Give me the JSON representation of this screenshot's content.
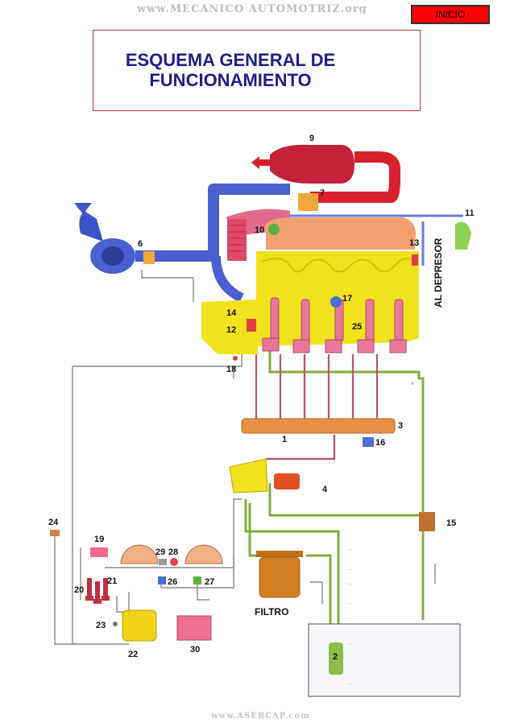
{
  "header": {
    "watermark_top": "www.MECANICO AUTOMOTRIZ.org",
    "inicio_label": "INICIO",
    "title_line1": "ESQUEMA GENERAL DE",
    "title_line2": "FUNCIONAMIENTO"
  },
  "footer": {
    "watermark_bottom": "www.ASERCAP.com"
  },
  "diagram": {
    "label_depresor": "AL DEPRESOR",
    "label_filtro": "FILTRO",
    "tank_text_lines": [
      "...",
      "...",
      "...",
      "...",
      "...",
      "..."
    ],
    "component_numbers": {
      "n1": "1",
      "n2": "2",
      "n3": "3",
      "n4": "4",
      "n6": "6",
      "n7": "7",
      "n9": "9",
      "n10": "10",
      "n11": "11",
      "n12": "12",
      "n13": "13",
      "n14": "14",
      "n15": "15",
      "n16": "16",
      "n17": "17",
      "n18": "18",
      "n19": "19",
      "n20": "20",
      "n21": "21",
      "n22": "22",
      "n23": "23",
      "n24": "24",
      "n25": "25",
      "n26": "26",
      "n27": "27",
      "n28": "28",
      "n29": "29",
      "n30": "30"
    },
    "colors": {
      "exhaust": "#d8202c",
      "intake": "#4a5fd0",
      "engine": "#f2e21e",
      "manifold": "#f2a070",
      "injector": "#e8789a",
      "fuel_return": "#8bbf4a",
      "wiring": "#888888"
    }
  }
}
